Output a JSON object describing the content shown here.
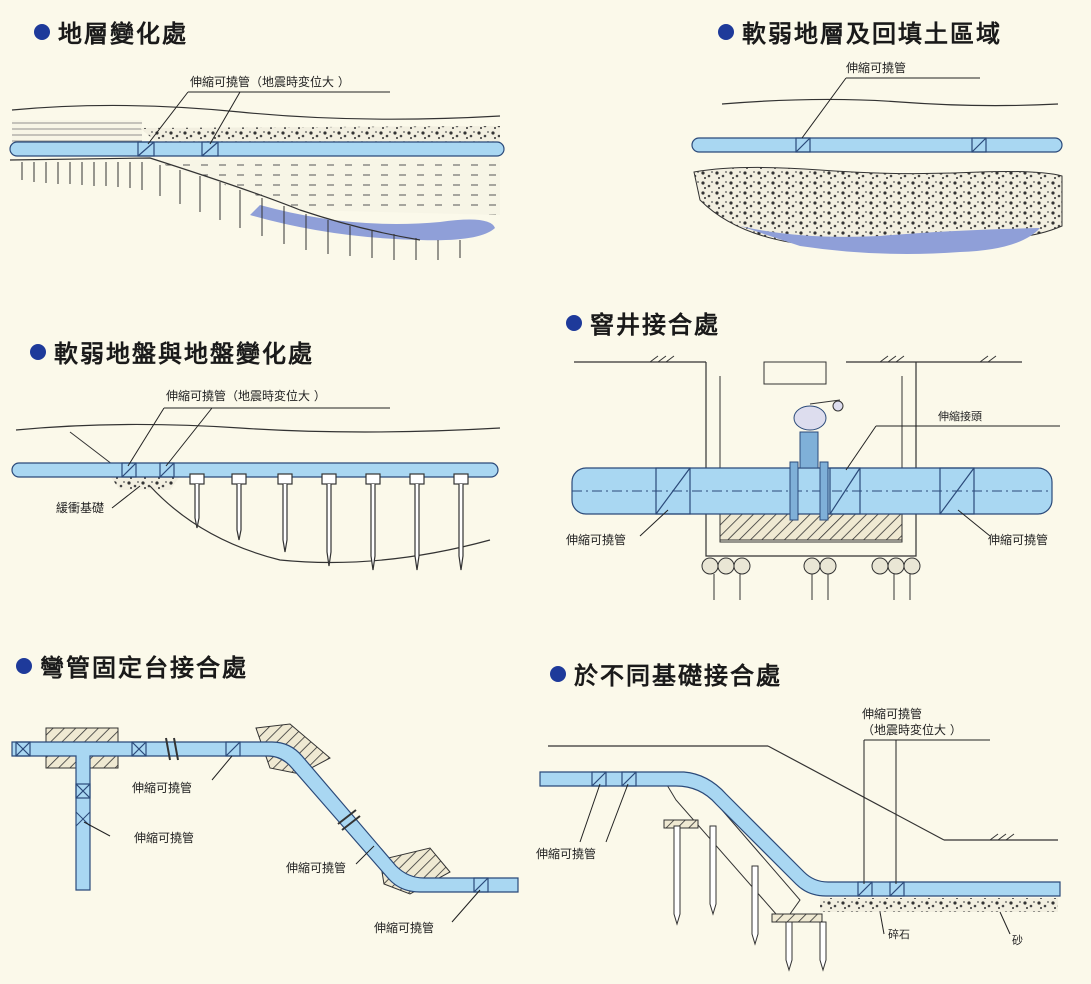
{
  "colors": {
    "pipe": "#a9d7f2",
    "pipe_edge": "#2b4a7a",
    "water": "#8f9fd8",
    "bullet": "#1e3a9a",
    "background": "#fbf9ea"
  },
  "panels": [
    {
      "title": "地層變化處",
      "labels": [
        "伸縮可撓管（地震時変位大 ）"
      ]
    },
    {
      "title": "軟弱地層及回填土區域",
      "labels": [
        "伸縮可撓管"
      ]
    },
    {
      "title": "軟弱地盤與地盤變化處",
      "labels": [
        "伸縮可撓管（地震時変位大 ）",
        "緩衝基礎"
      ]
    },
    {
      "title": "窨井接合處",
      "labels": [
        "伸縮接頭",
        "伸縮可撓管",
        "伸縮可撓管"
      ]
    },
    {
      "title": "彎管固定台接合處",
      "labels": [
        "伸縮可撓管",
        "伸縮可撓管",
        "伸縮可撓管",
        "伸縮可撓管"
      ]
    },
    {
      "title": "於不同基礎接合處",
      "labels": [
        "伸縮可撓管",
        "（地震時変位大 ）",
        "伸縮可撓管",
        "碎石",
        "砂"
      ]
    }
  ]
}
